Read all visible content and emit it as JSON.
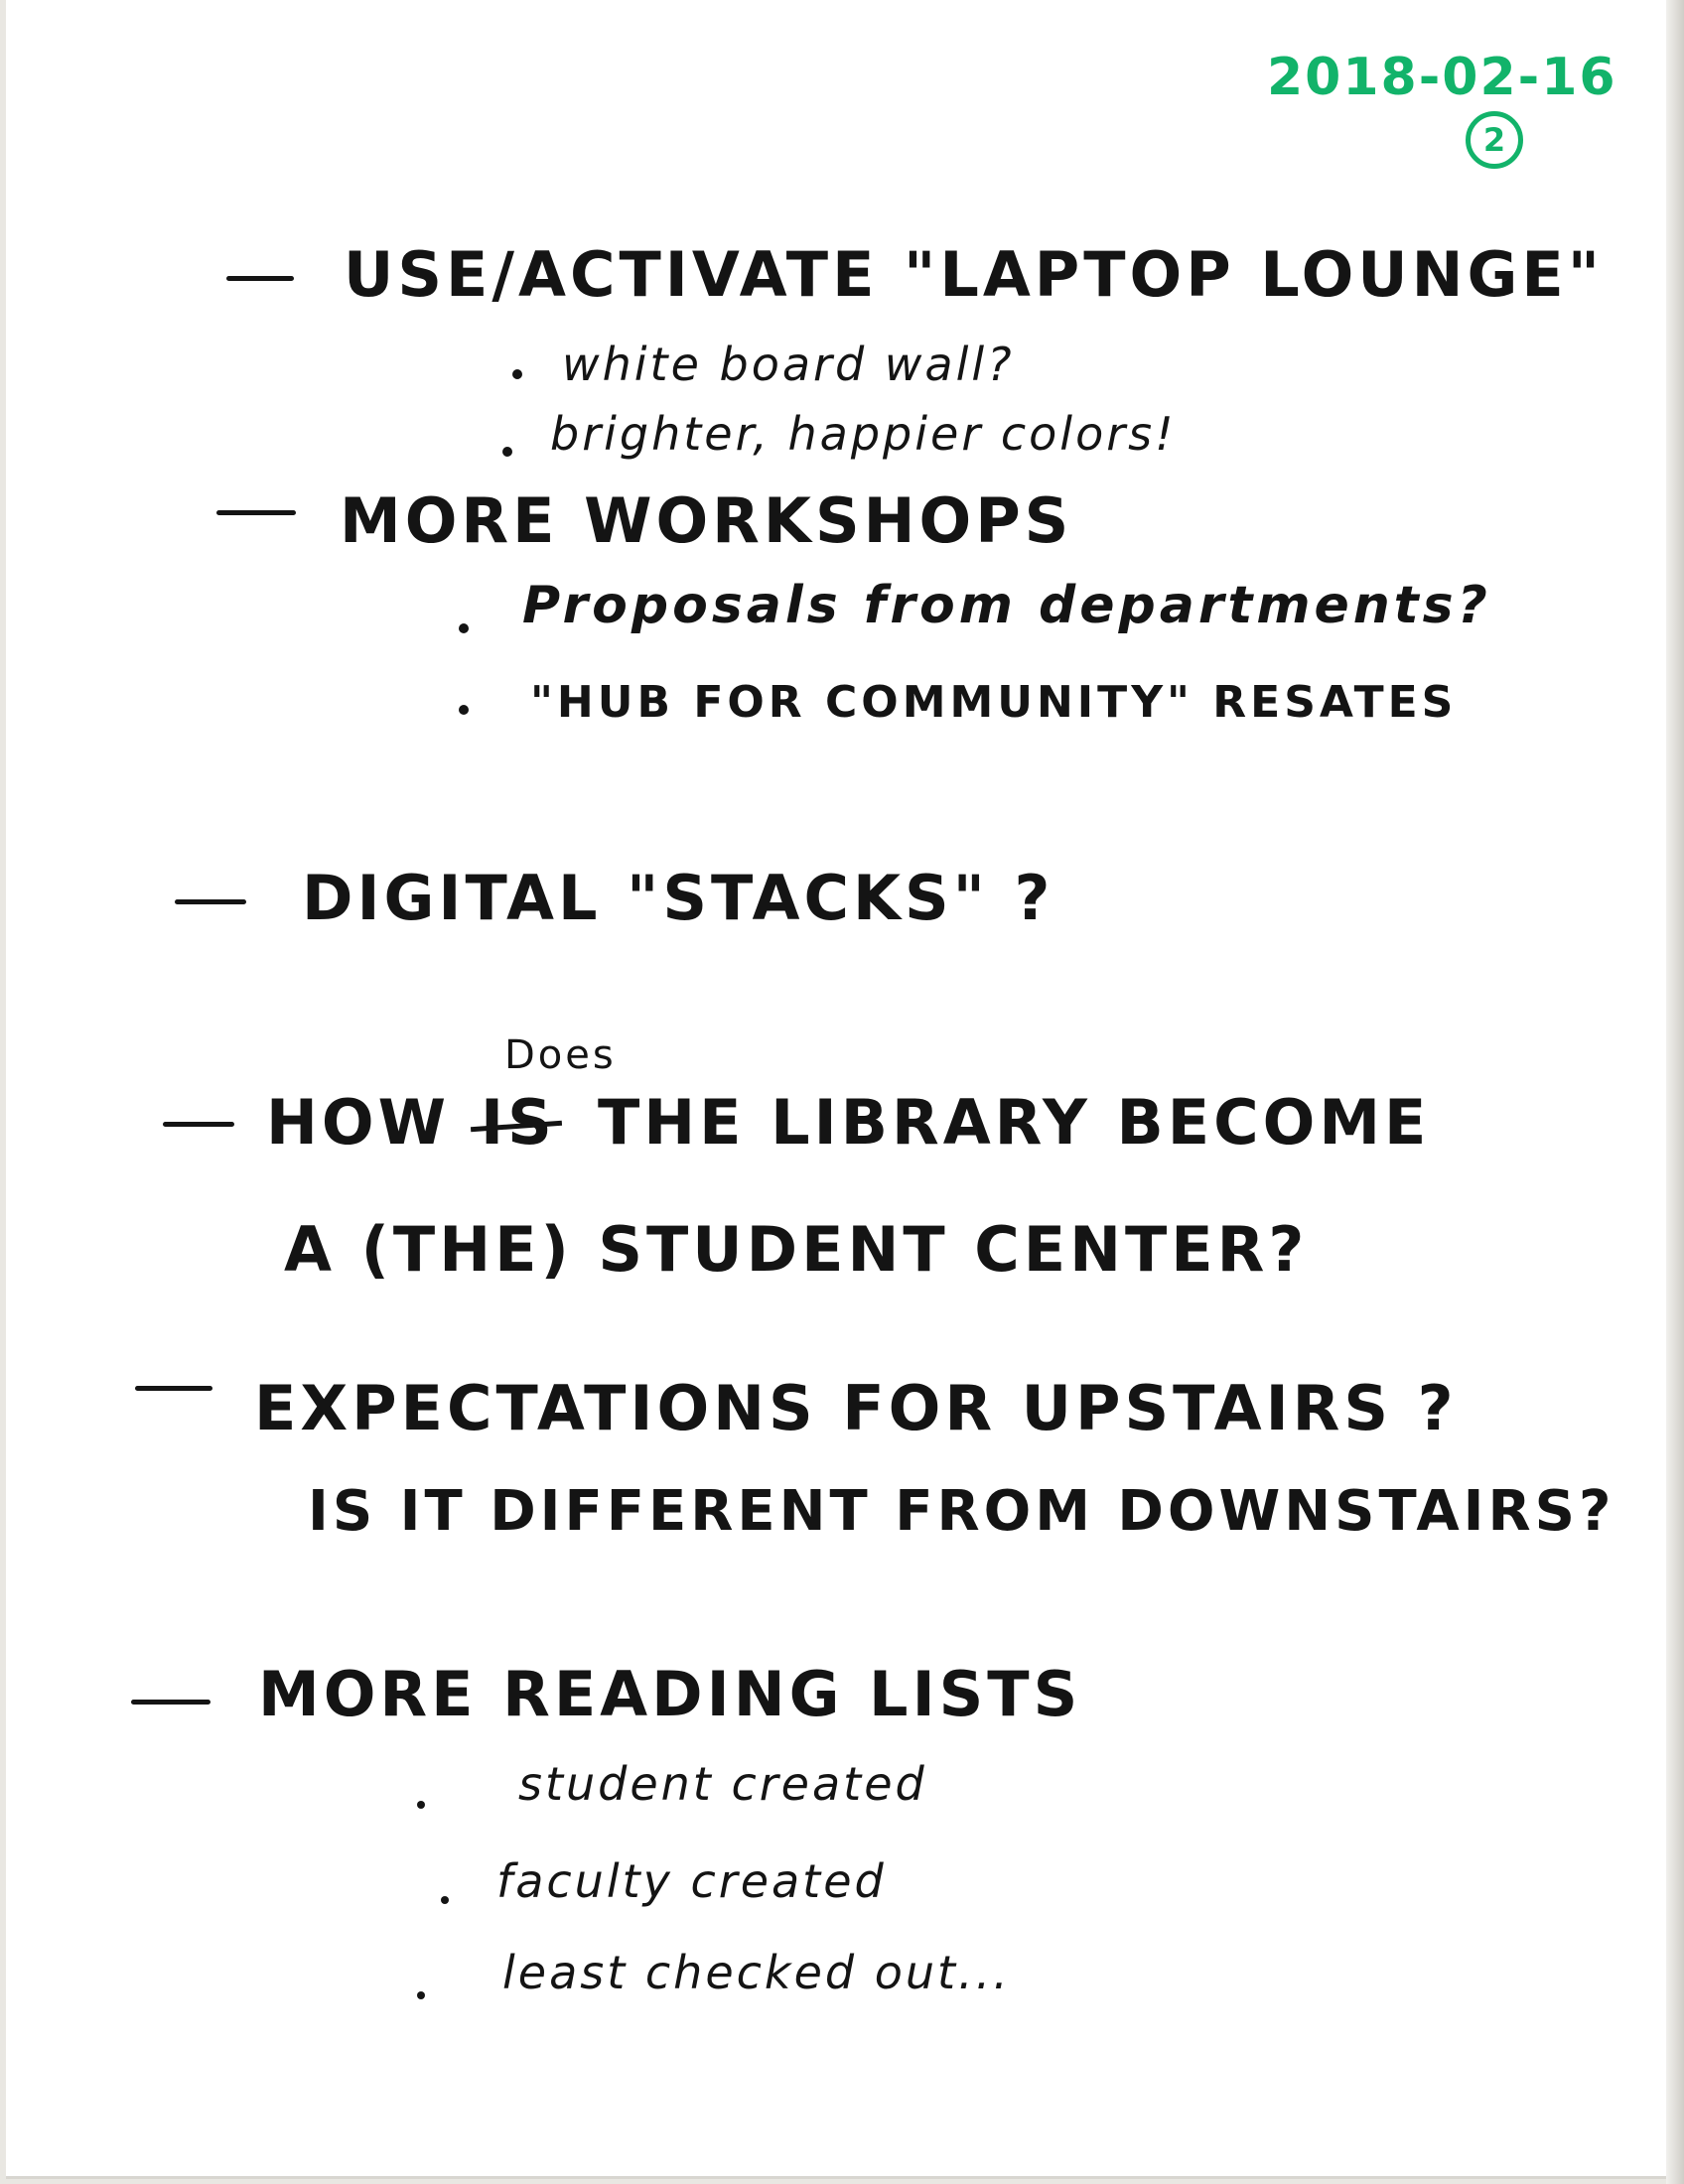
{
  "header": {
    "date": "2018-02-16",
    "page_number": "2"
  },
  "items": [
    {
      "heading": "USE/ACTIVATE \"LAPTOP LOUNGE\"",
      "subpoints": [
        "white board wall?",
        "brighter, happier colors!"
      ]
    },
    {
      "heading": "MORE WORKSHOPS",
      "subpoints": [
        "Proposals from departments?",
        "\"HUB FOR COMMUNITY\" RESATES"
      ]
    },
    {
      "heading": "DIGITAL \"STACKS\" ?",
      "subpoints": []
    },
    {
      "inserted_word": "Does",
      "heading_part1": "HOW",
      "struck_word": "IS",
      "heading_part2": "THE LIBRARY BECOME",
      "heading_line2": "A (THE) STUDENT CENTER?"
    },
    {
      "heading": "EXPECTATIONS FOR UPSTAIRS ?",
      "heading_line2": "IS IT DIFFERENT FROM DOWNSTAIRS?"
    },
    {
      "heading": "MORE READING LISTS",
      "subpoints": [
        "student created",
        "faculty created",
        "least checked out..."
      ]
    }
  ]
}
